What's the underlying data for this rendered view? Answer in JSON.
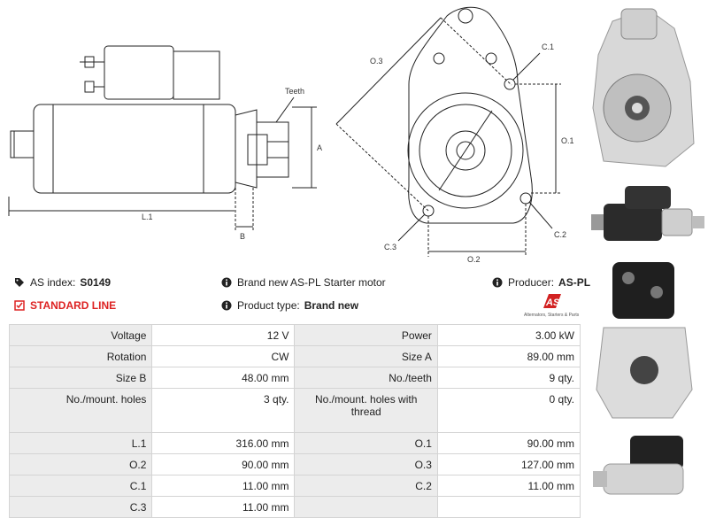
{
  "drawing": {
    "labels": {
      "teeth": "Teeth",
      "a": "A",
      "b": "B",
      "l1": "L.1",
      "o1": "O.1",
      "o2": "O.2",
      "o3": "O.3",
      "c1": "C.1",
      "c2": "C.2",
      "c3": "C.3"
    }
  },
  "info": {
    "as_index_label": "AS index:",
    "as_index_value": "S0149",
    "standard_line": "STANDARD LINE",
    "brand_text": "Brand new AS-PL Starter motor",
    "product_type_label": "Product type:",
    "product_type_value": "Brand new",
    "producer_label": "Producer:",
    "producer_value": "AS-PL",
    "logo_text": "AS",
    "logo_tagline": "Alternators, Starters & Parts",
    "accent_color": "#d22222"
  },
  "specs": [
    {
      "k1": "Voltage",
      "v1": "12 V",
      "k2": "Power",
      "v2": "3.00 kW"
    },
    {
      "k1": "Rotation",
      "v1": "CW",
      "k2": "Size A",
      "v2": "89.00 mm"
    },
    {
      "k1": "Size B",
      "v1": "48.00 mm",
      "k2": "No./teeth",
      "v2": "9 qty."
    },
    {
      "k1": "No./mount. holes",
      "v1": "3 qty.",
      "k2": "No./mount. holes with thread",
      "v2": "0 qty."
    },
    {
      "k1": "L.1",
      "v1": "316.00 mm",
      "k2": "O.1",
      "v2": "90.00 mm"
    },
    {
      "k1": "O.2",
      "v1": "90.00 mm",
      "k2": "O.3",
      "v2": "127.00 mm"
    },
    {
      "k1": "C.1",
      "v1": "11.00 mm",
      "k2": "C.2",
      "v2": "11.00 mm"
    },
    {
      "k1": "C.3",
      "v1": "11.00 mm",
      "k2": "",
      "v2": ""
    }
  ]
}
